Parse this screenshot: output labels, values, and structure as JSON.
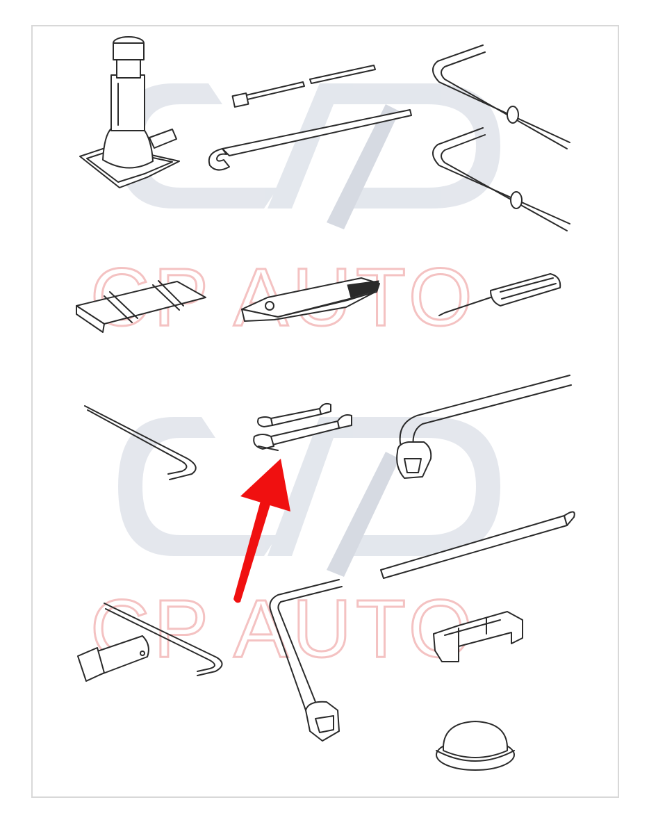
{
  "watermark": {
    "text_top": "CP AUTO",
    "text_bottom": "CP AUTO",
    "logo_color": "#d9dde6",
    "text_color": "#f2b8b8"
  },
  "highlight": {
    "arrow_color": "#f01010",
    "target": "double-open-end-wrench-set"
  },
  "line_color": "#2a2a2a",
  "frame_color": "#d8d8d8"
}
